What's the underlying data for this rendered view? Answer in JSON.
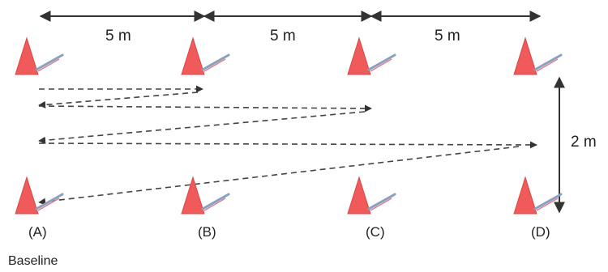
{
  "distances": {
    "segment_1": "5 m",
    "segment_2": "5 m",
    "segment_3": "5 m",
    "width": "2 m"
  },
  "points": {
    "a": "(A)",
    "b": "(B)",
    "c": "(C)",
    "d": "(D)"
  },
  "baseline_label": "Baseline",
  "colors": {
    "cone": "#f05a5a",
    "arrow": "#333333",
    "dash": "#444444"
  }
}
